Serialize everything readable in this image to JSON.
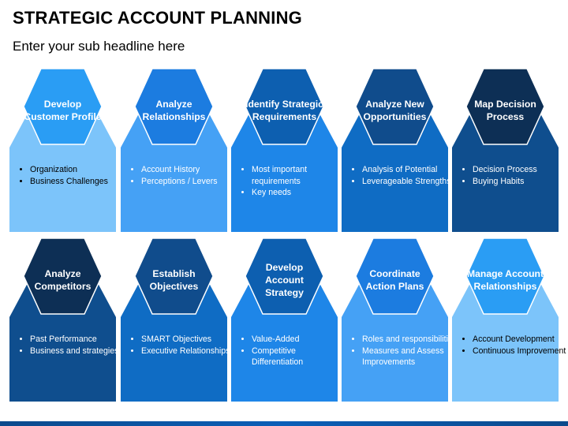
{
  "title": "STRATEGIC ACCOUNT PLANNING",
  "subtitle": "Enter your sub headline here",
  "cards": [
    {
      "heading": "Develop Customer Profile",
      "items": [
        "Organization",
        "Business Challenges"
      ],
      "head_color": "#2a9df4",
      "body_color": "#7cc4fa",
      "text_color": "#000000"
    },
    {
      "heading": "Analyze Relationships",
      "items": [
        "Account History",
        "Perceptions / Levers"
      ],
      "head_color": "#1c7ce0",
      "body_color": "#45a1f5",
      "text_color": "#ffffff"
    },
    {
      "heading": "Identify Strategic Requirements",
      "items": [
        "Most important requirements",
        "Key needs"
      ],
      "head_color": "#0d5fb0",
      "body_color": "#1e86e8",
      "text_color": "#ffffff"
    },
    {
      "heading": "Analyze New Opportunities",
      "items": [
        "Analysis of Potential",
        "Leverageable Strengths"
      ],
      "head_color": "#104c8c",
      "body_color": "#0f6cc4",
      "text_color": "#ffffff"
    },
    {
      "heading": "Map Decision Process",
      "items": [
        "Decision Process",
        "Buying Habits"
      ],
      "head_color": "#0d2f55",
      "body_color": "#0f4e8e",
      "text_color": "#ffffff"
    },
    {
      "heading": "Analyze Competitors",
      "items": [
        "Past Performance",
        "Business and strategies"
      ],
      "head_color": "#0d2f55",
      "body_color": "#0f4e8e",
      "text_color": "#ffffff"
    },
    {
      "heading": "Establish Objectives",
      "items": [
        "SMART Objectives",
        "Executive Relationships"
      ],
      "head_color": "#104c8c",
      "body_color": "#0f6cc4",
      "text_color": "#ffffff"
    },
    {
      "heading": "Develop Account Strategy",
      "items": [
        "Value-Added",
        "Competitive Differentiation"
      ],
      "head_color": "#0d5fb0",
      "body_color": "#1e86e8",
      "text_color": "#ffffff"
    },
    {
      "heading": "Coordinate Action Plans",
      "items": [
        "Roles and responsibilities",
        "Measures and Assess Improvements"
      ],
      "head_color": "#1c7ce0",
      "body_color": "#45a1f5",
      "text_color": "#ffffff"
    },
    {
      "heading": "Manage Account Relationships",
      "items": [
        "Account Development",
        "Continuous Improvement"
      ],
      "head_color": "#2a9df4",
      "body_color": "#7cc4fa",
      "text_color": "#000000"
    }
  ]
}
